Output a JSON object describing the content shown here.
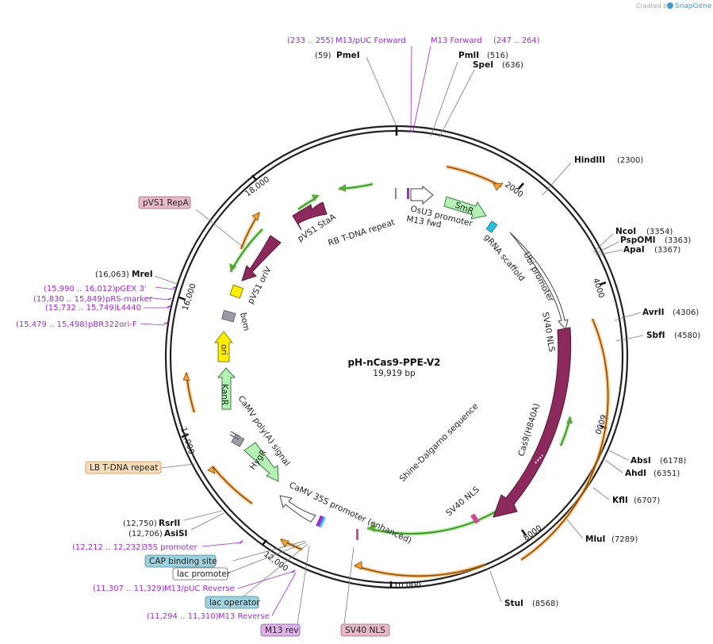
{
  "credit": {
    "prefix": "Created by",
    "brand": "SnapGene"
  },
  "plasmid": {
    "name": "pH-nCas9-PPE-V2",
    "size": "19,919 bp"
  },
  "ticks": [
    "2000",
    "4000",
    "6000",
    "8000",
    "10,000",
    "12,000",
    "14,000",
    "16,000",
    "18,000"
  ],
  "sites_right": [
    {
      "name": "PmlI",
      "pos": "(516)"
    },
    {
      "name": "SpeI",
      "pos": "(636)"
    },
    {
      "name": "HindIII",
      "pos": "(2300)"
    },
    {
      "name": "NcoI",
      "pos": "(3354)"
    },
    {
      "name": "PspOMI",
      "pos": "(3363)"
    },
    {
      "name": "ApaI",
      "pos": "(3367)"
    },
    {
      "name": "AvrII",
      "pos": "(4306)"
    },
    {
      "name": "SbfI",
      "pos": "(4580)"
    },
    {
      "name": "AbsI",
      "pos": "(6178)"
    },
    {
      "name": "AhdI",
      "pos": "(6351)"
    },
    {
      "name": "KflI",
      "pos": "(6707)"
    },
    {
      "name": "MluI",
      "pos": "(7289)"
    },
    {
      "name": "StuI",
      "pos": "(8568)"
    }
  ],
  "sites_left": [
    {
      "name": "PmeI",
      "pos": "(59)"
    },
    {
      "name": "MreI",
      "pos": "(16,063)"
    },
    {
      "name": "RsrII",
      "pos": "(12,750)"
    },
    {
      "name": "AsiSI",
      "pos": "(12,706)"
    }
  ],
  "primers": [
    {
      "name": "M13/pUC Forward",
      "pos": "(233 .. 255)"
    },
    {
      "name": "M13 Forward",
      "pos": "(247 .. 264)"
    },
    {
      "name": "pGEX 3'",
      "pos": "(15,990 .. 16,012)"
    },
    {
      "name": "pRS-marker",
      "pos": "(15,830 .. 15,849)"
    },
    {
      "name": "L4440",
      "pos": "(15,732 .. 15,749)"
    },
    {
      "name": "pBR322ori-F",
      "pos": "(15,479 .. 15,498)"
    },
    {
      "name": "35S promoter",
      "pos": "(12,212 .. 12,232)"
    },
    {
      "name": "M13/pUC Reverse",
      "pos": "(11,307 .. 11,329)"
    },
    {
      "name": "M13 Reverse",
      "pos": "(11,294 .. 11,310)"
    }
  ],
  "boxed_labels": [
    {
      "name": "pVS1 RepA",
      "color": "#e6b8c8"
    },
    {
      "name": "LB T-DNA repeat",
      "color": "#f8dcb8"
    },
    {
      "name": "CAP binding site",
      "color": "#9fd0dc"
    },
    {
      "name": "lac promoter",
      "color": "#ffffff"
    },
    {
      "name": "lac operator",
      "color": "#9fd0dc"
    },
    {
      "name": "M13 rev",
      "color": "#dcb2e8"
    },
    {
      "name": "SV40 NLS",
      "color": "#e6b8c8"
    }
  ],
  "features": {
    "pvs1_staa": "pVS1 StaA",
    "rb_tdna": "RB T-DNA repeat",
    "osu3": "OsU3 promoter",
    "m13fwd": "M13 fwd",
    "smr": "SmR",
    "grna": "gRNA scaffold",
    "ubi": "Ubi promoter",
    "sv40_nls_top": "SV40 NLS",
    "cas9": "Cas9(H840A)",
    "shine": "Shine-Dalgarno sequence",
    "sv40_nls_bottom": "SV40 NLS",
    "camv35s": "CaMV 35S promoter (enhanced)",
    "hygr": "HygR",
    "camv_polya": "CaMV poly(A) signal",
    "kanr": "KanR",
    "ori": "ori",
    "bom": "bom",
    "pvs1_oriv": "pVS1 oriV"
  },
  "colors": {
    "misc_orange": "#f2a23c",
    "cds_green": "#3e8e1e",
    "cas9": "#8c2a5e",
    "primer": "#9b2bc9",
    "ori_yellow": "#ffee00",
    "marker_green": "#b4f0b4"
  }
}
